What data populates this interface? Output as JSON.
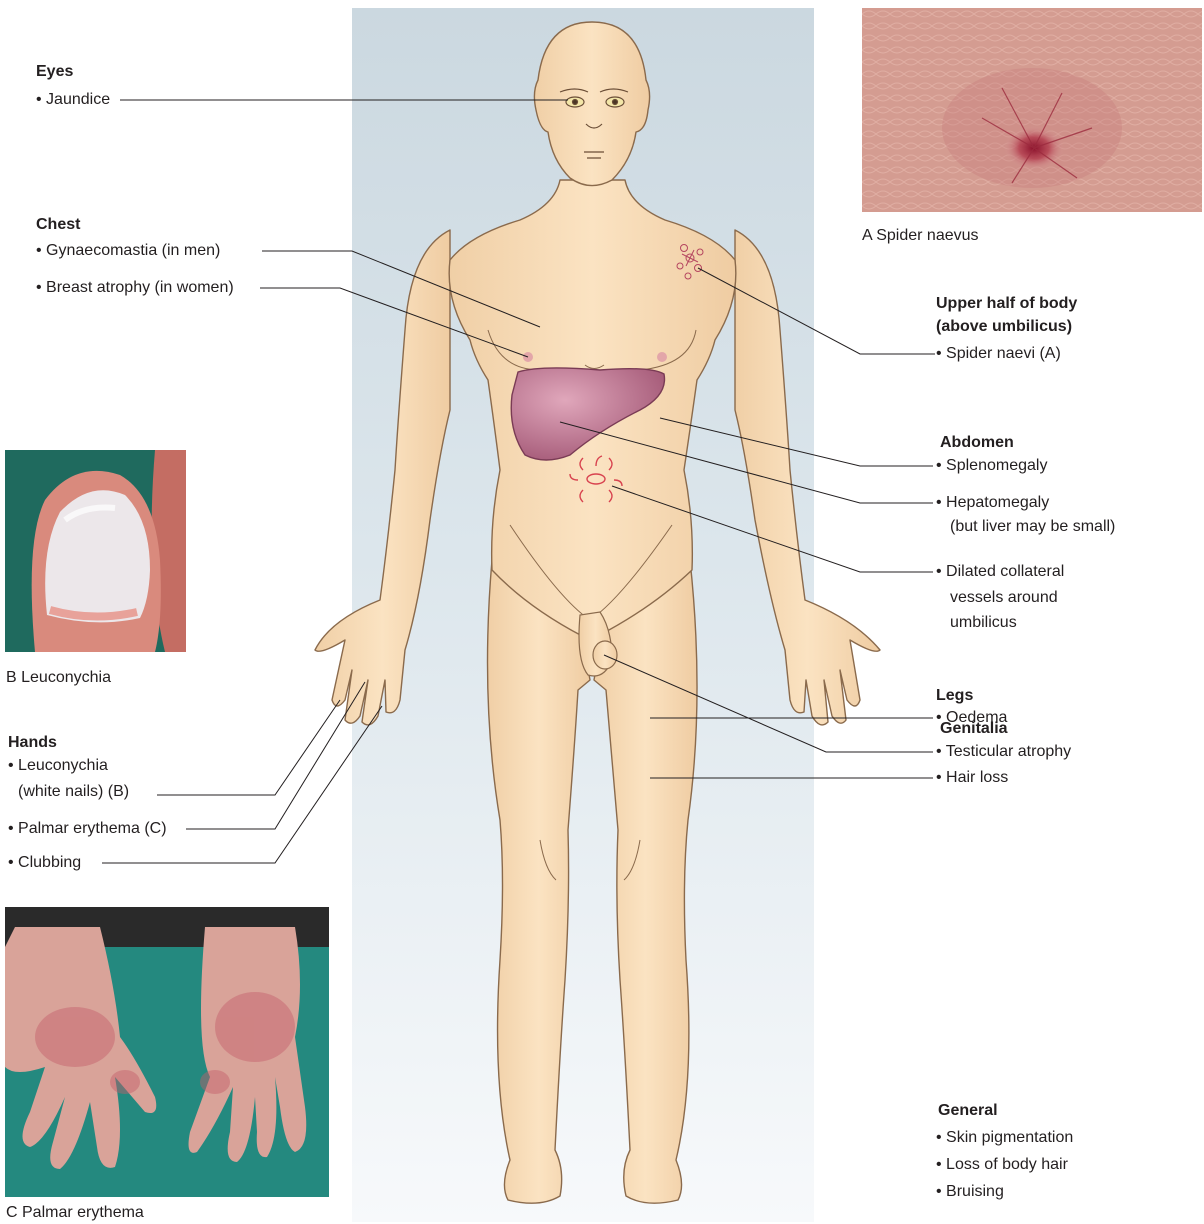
{
  "eyes": {
    "heading": "Eyes",
    "items": [
      "• Jaundice"
    ]
  },
  "chest": {
    "heading": "Chest",
    "items": [
      "• Gynaecomastia (in men)",
      "• Breast atrophy (in women)"
    ]
  },
  "upper_body": {
    "heading_line1": "Upper half of body",
    "heading_line2": "(above umbilicus)",
    "items": [
      "• Spider naevi (A)"
    ]
  },
  "abdomen": {
    "heading": "Abdomen",
    "items": [
      "• Splenomegaly",
      "• Hepatomegaly",
      "(but liver may be small)",
      "• Dilated collateral",
      "vessels around",
      "umbilicus"
    ]
  },
  "hands": {
    "heading": "Hands",
    "items": [
      "• Leuconychia",
      "(white nails) (B)",
      "• Palmar erythema (C)",
      "• Clubbing"
    ]
  },
  "genitalia": {
    "heading": "Genitalia",
    "items": [
      "• Testicular atrophy"
    ]
  },
  "legs": {
    "heading": "Legs",
    "items": [
      "• Oedema",
      "•  Hair loss"
    ]
  },
  "general": {
    "heading": "General",
    "items": [
      "•  Skin pigmentation",
      "•  Loss of body hair",
      "•  Bruising"
    ]
  },
  "photos": {
    "a": {
      "caption": "A  Spider naevus"
    },
    "b": {
      "caption": "B  Leuconychia"
    },
    "c": {
      "caption": "C  Palmar erythema"
    }
  },
  "colors": {
    "skin": "#f6d9b4",
    "skin_outline": "#8a6a4c",
    "liver": "#b5728a",
    "background_panel": "#d5e1e8"
  }
}
